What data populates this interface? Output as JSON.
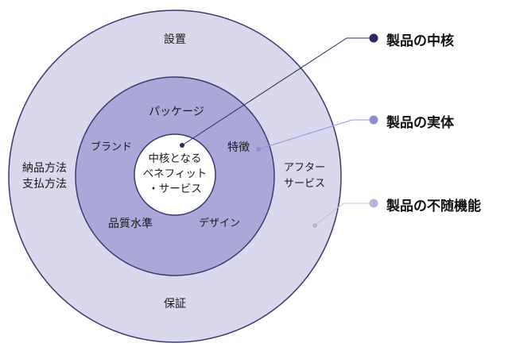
{
  "colors": {
    "outer_ring": "#d9d8ec",
    "middle_ring": "#a9a8d9",
    "inner_core": "#ffffff",
    "ring_stroke": "#3b3a6e",
    "line_core": "#2b2a5c",
    "line_actual": "#9796d4",
    "line_augmented": "#bebdde",
    "dot_core": "#2a2960",
    "dot_actual": "#8d8cd0",
    "dot_augmented": "#b5b4d9"
  },
  "outer_ring": {
    "top_label": "設置",
    "left_label": [
      "納品方法",
      "支払方法"
    ],
    "right_label": [
      "アフター",
      "サービス"
    ],
    "bottom_label": "保証"
  },
  "middle_ring": {
    "top_label": "パッケージ",
    "left_label": "ブランド",
    "right_label": "特徴",
    "bottom_left_label": "品質水準",
    "bottom_right_label": "デザイン"
  },
  "core": {
    "lines": [
      "中核となる",
      "ベネフィット",
      "・サービス"
    ]
  },
  "legend": [
    {
      "label": "製品の中核",
      "icon": "dot-dark"
    },
    {
      "label": "製品の実体",
      "icon": "dot-medium"
    },
    {
      "label": "製品の不随機能",
      "icon": "dot-light"
    }
  ]
}
